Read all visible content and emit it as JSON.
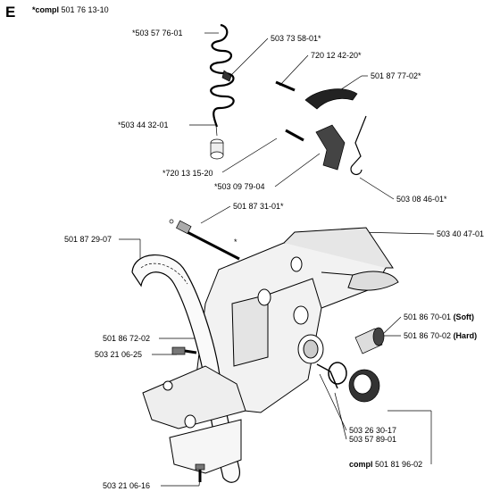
{
  "section_letter": "E",
  "assembly": {
    "prefix": "*compl",
    "number": "501 76 13-10"
  },
  "labels": {
    "l1": "*503 57 76-01",
    "l2": "503 73 58-01*",
    "l3": "720 12 42-20*",
    "l4": "501 87 77-02*",
    "l5": "*503 44 32-01",
    "l6": "*720 13 15-20",
    "l7": "*503 09 79-04",
    "l8": "503 08 46-01*",
    "l9": "501 87 31-01*",
    "l10": "501 87 29-07",
    "l11": "503 40 47-01",
    "l12_num": "501 86 70-01",
    "l12_note": "(Soft)",
    "l13_num": "501 86 70-02",
    "l13_note": "(Hard)",
    "l14": "501 86 72-02",
    "l15": "503 21 06-25",
    "l16": "503 26 30-17",
    "l17": "503 57 89-01",
    "l18_prefix": "compl",
    "l18_num": "501 81 96-02",
    "l19": "503 21 06-16",
    "star": "*"
  }
}
